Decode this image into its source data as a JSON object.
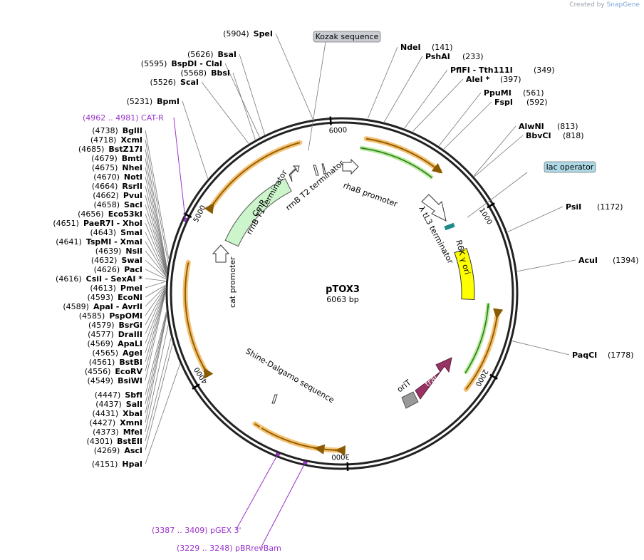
{
  "credit": {
    "prefix": "Created by",
    "brand": "SnapGene"
  },
  "plasmid": {
    "name": "pTOX3",
    "size_label": "6063 bp",
    "length": 6063
  },
  "colors": {
    "primer": "#9933cc",
    "arrow_gold": "#f5c070",
    "arrow_stroke": "#8a5a00",
    "green": "#6fcf4a",
    "cmR": "#ccf5cc",
    "traJ": "#993366",
    "r6k": "#ffff00",
    "lac": "#add8e6"
  },
  "ticks": [
    {
      "pos": 1000,
      "label": "1000"
    },
    {
      "pos": 2000,
      "label": "2000"
    },
    {
      "pos": 3000,
      "label": "3000"
    },
    {
      "pos": 4000,
      "label": "4000"
    },
    {
      "pos": 5000,
      "label": "5000"
    },
    {
      "pos": 6000,
      "label": "6000"
    }
  ],
  "sites_right": [
    {
      "pos": 141,
      "name": "NdeI",
      "pos_text": "(141)"
    },
    {
      "pos": 233,
      "name": "PshAI",
      "pos_text": "(233)"
    },
    {
      "pos": 349,
      "name": "PflFI  - Tth111I",
      "pos_text": "(349)"
    },
    {
      "pos": 397,
      "name": "AleI *",
      "pos_text": "(397)"
    },
    {
      "pos": 561,
      "name": "PpuMI",
      "pos_text": "(561)"
    },
    {
      "pos": 592,
      "name": "FspI",
      "pos_text": "(592)"
    },
    {
      "pos": 813,
      "name": "AlwNI",
      "pos_text": "(813)"
    },
    {
      "pos": 818,
      "name": "BbvCI",
      "pos_text": "(818)"
    },
    {
      "pos": 1172,
      "name": "PsiI",
      "pos_text": "(1172)"
    },
    {
      "pos": 1394,
      "name": "AcuI",
      "pos_text": "(1394)"
    },
    {
      "pos": 1778,
      "name": "PaqCI",
      "pos_text": "(1778)"
    }
  ],
  "sites_left": [
    {
      "pos": 5904,
      "name": "SpeI",
      "pos_text": "(5904)"
    },
    {
      "pos": 5626,
      "name": "BsaI",
      "pos_text": "(5626)"
    },
    {
      "pos": 5595,
      "name": "BspDI  - ClaI",
      "pos_text": "(5595)"
    },
    {
      "pos": 5568,
      "name": "BbsI",
      "pos_text": "(5568)"
    },
    {
      "pos": 5526,
      "name": "ScaI",
      "pos_text": "(5526)"
    },
    {
      "pos": 5231,
      "name": "BpmI",
      "pos_text": "(5231)"
    },
    {
      "pos": 4738,
      "name": "BglII",
      "pos_text": "(4738)"
    },
    {
      "pos": 4718,
      "name": "XcmI",
      "pos_text": "(4718)"
    },
    {
      "pos": 4685,
      "name": "BstZ17I",
      "pos_text": "(4685)"
    },
    {
      "pos": 4679,
      "name": "BmtI",
      "pos_text": "(4679)"
    },
    {
      "pos": 4675,
      "name": "NheI",
      "pos_text": "(4675)"
    },
    {
      "pos": 4670,
      "name": "NotI",
      "pos_text": "(4670)"
    },
    {
      "pos": 4664,
      "name": "RsrII",
      "pos_text": "(4664)"
    },
    {
      "pos": 4662,
      "name": "PvuI",
      "pos_text": "(4662)"
    },
    {
      "pos": 4658,
      "name": "SacI",
      "pos_text": "(4658)"
    },
    {
      "pos": 4656,
      "name": "Eco53kI",
      "pos_text": "(4656)"
    },
    {
      "pos": 4651,
      "name": "PaeR7I  - XhoI",
      "pos_text": "(4651)"
    },
    {
      "pos": 4643,
      "name": "SmaI",
      "pos_text": "(4643)"
    },
    {
      "pos": 4641,
      "name": "TspMI  - XmaI",
      "pos_text": "(4641)"
    },
    {
      "pos": 4639,
      "name": "NsiI",
      "pos_text": "(4639)"
    },
    {
      "pos": 4632,
      "name": "SwaI",
      "pos_text": "(4632)"
    },
    {
      "pos": 4626,
      "name": "PacI",
      "pos_text": "(4626)"
    },
    {
      "pos": 4616,
      "name": "CsiI  - SexAI *",
      "pos_text": "(4616)"
    },
    {
      "pos": 4613,
      "name": "PmeI",
      "pos_text": "(4613)"
    },
    {
      "pos": 4593,
      "name": "EcoNI",
      "pos_text": "(4593)"
    },
    {
      "pos": 4589,
      "name": "ApaI  - AvrII",
      "pos_text": "(4589)"
    },
    {
      "pos": 4585,
      "name": "PspOMI",
      "pos_text": "(4585)"
    },
    {
      "pos": 4579,
      "name": "BsrGI",
      "pos_text": "(4579)"
    },
    {
      "pos": 4577,
      "name": "DraIII",
      "pos_text": "(4577)"
    },
    {
      "pos": 4569,
      "name": "ApaLI",
      "pos_text": "(4569)"
    },
    {
      "pos": 4565,
      "name": "AgeI",
      "pos_text": "(4565)"
    },
    {
      "pos": 4561,
      "name": "BstBI",
      "pos_text": "(4561)"
    },
    {
      "pos": 4556,
      "name": "EcoRV",
      "pos_text": "(4556)"
    },
    {
      "pos": 4549,
      "name": "BsiWI",
      "pos_text": "(4549)"
    },
    {
      "pos": 4447,
      "name": "SbfI",
      "pos_text": "(4447)"
    },
    {
      "pos": 4437,
      "name": "SalI",
      "pos_text": "(4437)"
    },
    {
      "pos": 4431,
      "name": "XbaI",
      "pos_text": "(4431)"
    },
    {
      "pos": 4427,
      "name": "XmnI",
      "pos_text": "(4427)"
    },
    {
      "pos": 4373,
      "name": "MfeI",
      "pos_text": "(4373)"
    },
    {
      "pos": 4301,
      "name": "BstEII",
      "pos_text": "(4301)"
    },
    {
      "pos": 4269,
      "name": "AscI",
      "pos_text": "(4269)"
    },
    {
      "pos": 4151,
      "name": "HpaI",
      "pos_text": "(4151)"
    }
  ],
  "primers": [
    {
      "text": "(4962 .. 4981)  CAT-R",
      "pos": 4972
    },
    {
      "text": "(3387 .. 3409)  pGEX 3'",
      "pos": 3398
    },
    {
      "text": "(3229 .. 3248)  pBRrevBam",
      "pos": 3238
    }
  ],
  "boxed_labels": [
    {
      "text": "Kozak sequence",
      "pos": 5840
    },
    {
      "text": "lac operator",
      "pos": 990
    }
  ],
  "features": [
    {
      "name": "CmR",
      "start": 4960,
      "end": 5620
    },
    {
      "name": "R6K γ ori",
      "start": 1180,
      "end": 1560
    },
    {
      "name": "traJ",
      "start": 2340,
      "end": 2620
    },
    {
      "name": "oriT",
      "start": 2660,
      "end": 2760
    },
    {
      "name": "rhaB promoter",
      "start": 6060,
      "end": 100
    },
    {
      "name": "λ tL3 terminator",
      "start": 700,
      "end": 880
    },
    {
      "name": "rrnB T1 terminator",
      "start": 5730,
      "end": 5800
    },
    {
      "name": "rrnB T2 terminator",
      "start": 5880,
      "end": 5940
    },
    {
      "name": "cat promoter",
      "start": 4860,
      "end": 4940
    },
    {
      "name": "Shine-Dalgarno sequence",
      "start": 3850,
      "end": 3860
    }
  ],
  "feature_labels": {
    "cmR": "CmR",
    "r6k": "R6K γ ori",
    "traJ": "traJ",
    "oriT": "oriT",
    "rhaB": "rhaB promoter",
    "tl3": "λ tL3 terminator",
    "rrnT1": "rrnB T1 terminator",
    "rrnT2": "rrnB T2 terminator",
    "catp": "cat promoter",
    "sd": "Shine-Dalgarno sequence"
  },
  "outer_arrows": [
    {
      "start": 5120,
      "end": 5800,
      "dir": -1
    },
    {
      "start": 4050,
      "end": 4740,
      "dir": -1
    },
    {
      "start": 3050,
      "end": 3600,
      "dir": -1
    },
    {
      "start": 3180,
      "end": 3550,
      "dir": -1
    },
    {
      "start": 1650,
      "end": 2150,
      "dir": -1
    },
    {
      "start": 150,
      "end": 650,
      "dir": 1
    }
  ],
  "green_arrows": [
    {
      "start": 120,
      "end": 640,
      "dir": -1
    },
    {
      "start": 1580,
      "end": 2070,
      "dir": -1
    }
  ]
}
